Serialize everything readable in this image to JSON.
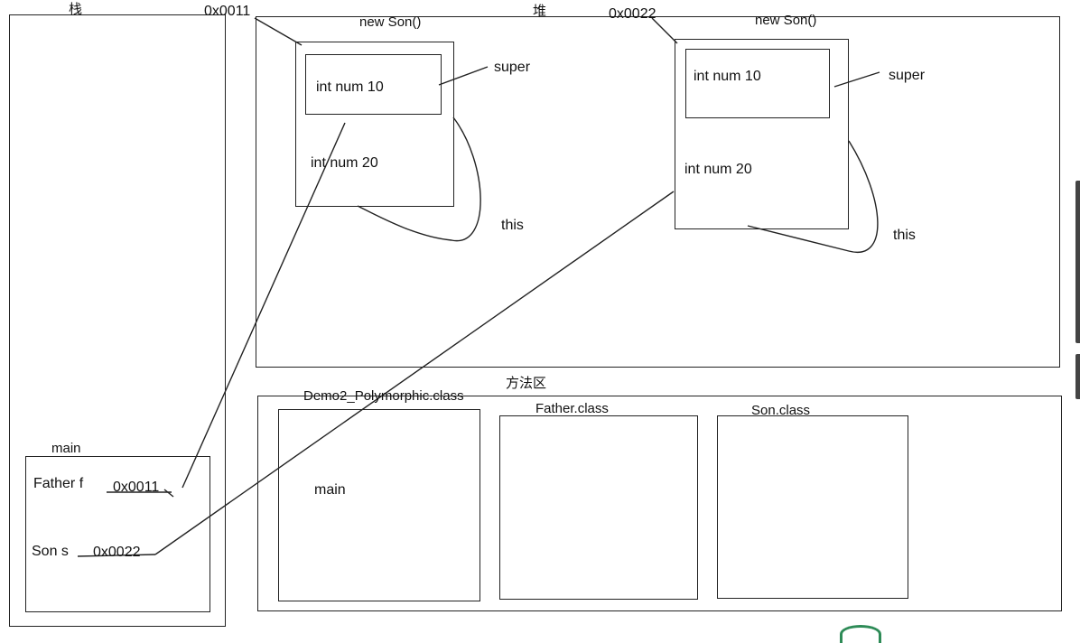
{
  "stack": {
    "label": "栈"
  },
  "heap": {
    "label": "堆"
  },
  "method_area": {
    "label": "方法区"
  },
  "objects": [
    {
      "address": "0x0011",
      "title": "new Son()",
      "super_field": "int num 10",
      "this_field": "int num 20",
      "super_label": "super",
      "this_label": "this"
    },
    {
      "address": "0x0022",
      "title": "new Son()",
      "super_field": "int num 10",
      "this_field": "int num 20",
      "super_label": "super",
      "this_label": "this"
    }
  ],
  "main_frame": {
    "label": "main",
    "var1": {
      "name": "Father f",
      "value": "0x0011"
    },
    "var2": {
      "name": "Son s",
      "value": "0x0022"
    }
  },
  "classes": [
    {
      "name": "Demo2_Polymorphic.class",
      "content": "main"
    },
    {
      "name": "Father.class",
      "content": ""
    },
    {
      "name": "Son.class",
      "content": ""
    }
  ],
  "colors": {
    "line": "#222222",
    "background": "#ffffff"
  }
}
